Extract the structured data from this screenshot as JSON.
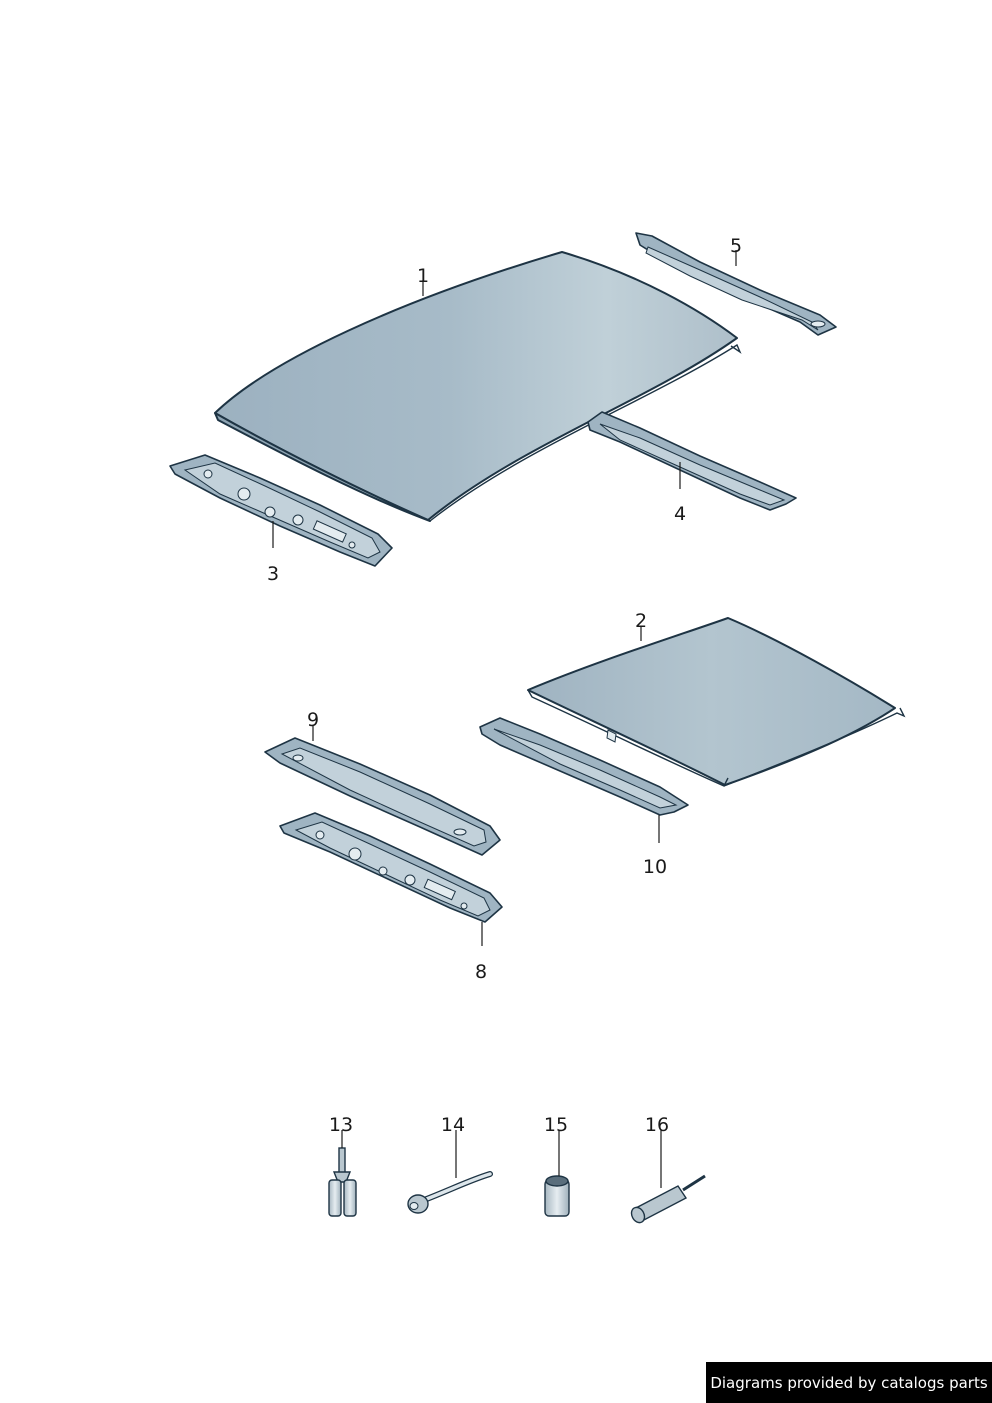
{
  "credit": "Diagrams provided by catalogs parts",
  "callouts": {
    "c1": "1",
    "c2": "2",
    "c3": "3",
    "c4": "4",
    "c5": "5",
    "c8": "8",
    "c9": "9",
    "c10": "10",
    "c13": "13",
    "c14": "14",
    "c15": "15",
    "c16": "16"
  },
  "colors": {
    "panel_light": "#c0d0d8",
    "panel_dark": "#9cb1c0",
    "outline": "#1e3444"
  }
}
